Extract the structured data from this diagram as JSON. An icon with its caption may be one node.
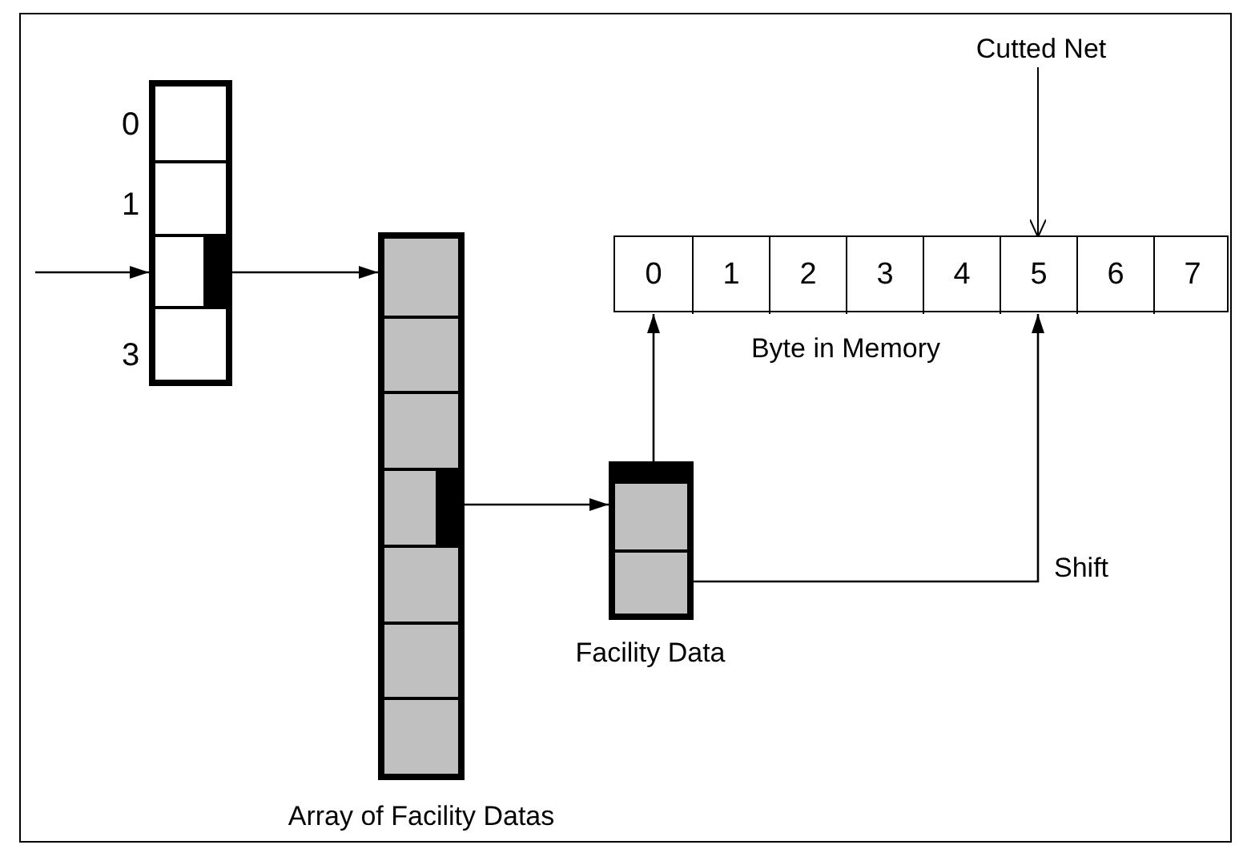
{
  "diagram": {
    "nodes": [
      {
        "text": [],
        "shape": "box",
        "beside": [
          "0",
          "1",
          "3"
        ]
      },
      {
        "text": [],
        "shape": "box",
        "beside": [
          "Array of Facility Datas"
        ]
      },
      {
        "text": [],
        "shape": "box",
        "beside": [
          "Facility Data"
        ]
      },
      {
        "text": [],
        "shape": "box",
        "beside": [
          "Byte in Memory"
        ]
      },
      {
        "text": [
          "0"
        ],
        "in": 3
      },
      {
        "text": [
          "1"
        ],
        "in": 3
      },
      {
        "text": [
          "2"
        ],
        "in": 3
      },
      {
        "text": [
          "3"
        ],
        "in": 3
      },
      {
        "text": [
          "4"
        ],
        "in": 3
      },
      {
        "text": [
          "5"
        ],
        "in": 3
      },
      {
        "text": [
          "6"
        ],
        "in": 3
      },
      {
        "text": [
          "7"
        ],
        "in": 3
      },
      {
        "text": [
          "Cutted Net"
        ]
      }
    ],
    "edges": [
      {
        "from": null,
        "to": 0,
        "arrow": "to"
      },
      {
        "from": 0,
        "to": 1,
        "arrow": "to"
      },
      {
        "from": 1,
        "to": 2,
        "arrow": "to"
      },
      {
        "from": 2,
        "to": 4,
        "arrow": "to"
      },
      {
        "from": 2,
        "to": 9,
        "arrow": "to",
        "label": "Shift"
      },
      {
        "from": 12,
        "to": 9,
        "arrow": "to"
      }
    ]
  }
}
